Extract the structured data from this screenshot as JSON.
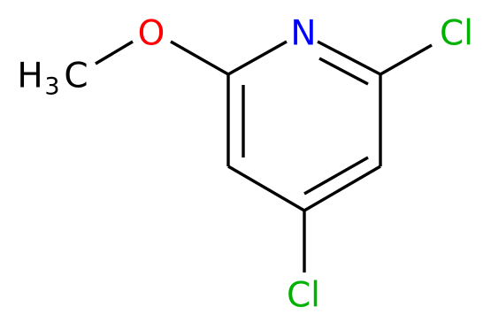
{
  "molecule": {
    "atoms": {
      "nitrogen": {
        "symbol": "N",
        "color": "#0000ff"
      },
      "oxygen": {
        "symbol": "O",
        "color": "#ff0000"
      },
      "chlorine_2": {
        "symbol": "Cl",
        "color": "#00b200"
      },
      "chlorine_4": {
        "symbol": "Cl",
        "color": "#00b200"
      },
      "methyl": {
        "symbol": "H",
        "subscript": "3",
        "carbon": "C",
        "color": "#000000"
      }
    },
    "bond_color": "#000000"
  }
}
